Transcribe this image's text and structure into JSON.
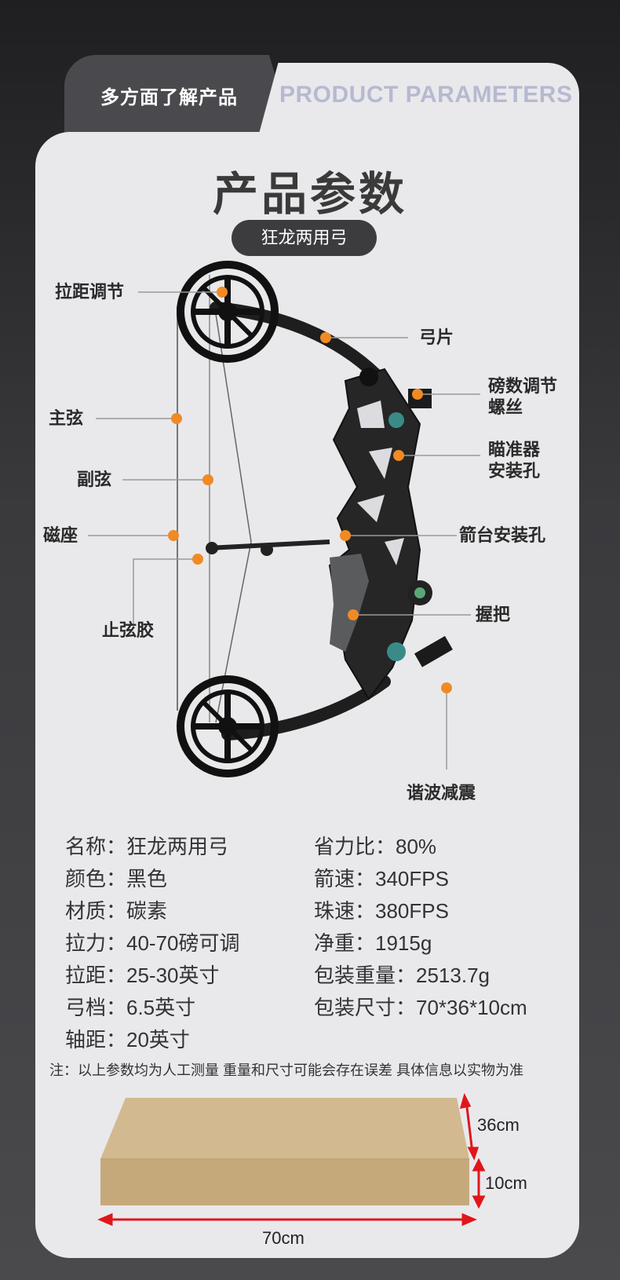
{
  "header": {
    "tab_cn": "多方面了解产品",
    "tab_en": "PRODUCT PARAMETERS"
  },
  "title": "产品参数",
  "subtitle": "狂龙两用弓",
  "callouts": {
    "draw_length_adjust": "拉距调节",
    "limb": "弓片",
    "main_string": "主弦",
    "poundage_screw_1": "磅数调节",
    "poundage_screw_2": "螺丝",
    "sight_hole_1": "瞄准器",
    "sight_hole_2": "安装孔",
    "cable": "副弦",
    "arrow_rest_hole": "箭台安装孔",
    "magnetic_seat": "磁座",
    "grip": "握把",
    "string_stopper": "止弦胶",
    "harmonic_damper": "谐波减震"
  },
  "specs_left": [
    "名称：狂龙两用弓",
    "颜色：黑色",
    "材质：碳素",
    "拉力：40-70磅可调",
    "拉距：25-30英寸",
    "弓档：6.5英寸",
    "轴距：20英寸"
  ],
  "specs_right": [
    "省力比：80%",
    "箭速：340FPS",
    "珠速：380FPS",
    "净重：1915g",
    "包装重量：2513.7g",
    "包装尺寸：70*36*10cm"
  ],
  "note": "注：以上参数均为人工测量 重量和尺寸可能会存在误差 具体信息以实物为准",
  "box_dims": {
    "depth": "36cm",
    "height": "10cm",
    "length": "70cm"
  },
  "colors": {
    "accent_dot": "#f08a24",
    "arrow_red": "#e0161b",
    "box_top": "#d2b98f",
    "box_front": "#c6a97a"
  }
}
